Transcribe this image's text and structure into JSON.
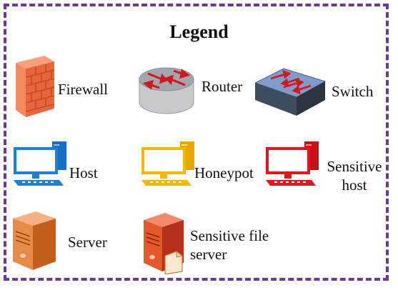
{
  "legend": {
    "title": "Legend",
    "items": [
      {
        "label": "Firewall",
        "icon": "firewall-icon"
      },
      {
        "label": "Router",
        "icon": "router-icon"
      },
      {
        "label": "Switch",
        "icon": "switch-icon"
      },
      {
        "label": "Host",
        "icon": "host-icon",
        "color": "#1f7fd6"
      },
      {
        "label": "Honeypot",
        "icon": "honeypot-icon",
        "color": "#f5b800"
      },
      {
        "label": "Sensitive host",
        "icon": "sensitive-host-icon",
        "color": "#e3141b"
      },
      {
        "label": "Server",
        "icon": "server-icon"
      },
      {
        "label": "Sensitive file server",
        "icon": "sensitive-file-server-icon"
      }
    ]
  },
  "colors": {
    "border": "#6a3a96",
    "firewall": "#f07a4a",
    "router": "#dfe0e2",
    "switch": "#8aa6cf",
    "server": "#e07a2a"
  }
}
